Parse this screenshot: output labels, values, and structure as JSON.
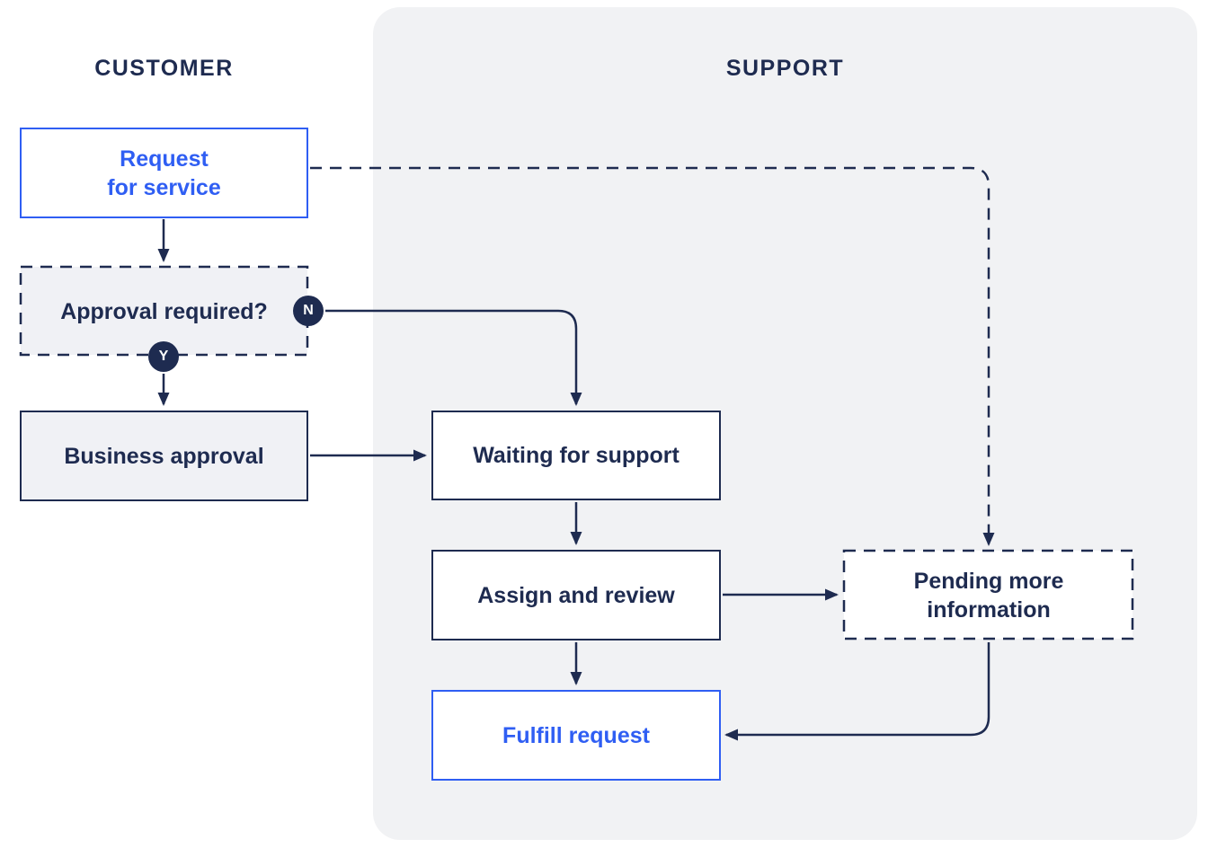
{
  "diagram": {
    "lanes": {
      "customer": {
        "label": "CUSTOMER"
      },
      "support": {
        "label": "SUPPORT"
      }
    },
    "nodes": {
      "request_for_service": {
        "label": "Request\nfor service",
        "style": "blue-outline"
      },
      "approval_required": {
        "label": "Approval required?",
        "style": "dashed-gray",
        "badges": {
          "no": "N",
          "yes": "Y"
        }
      },
      "business_approval": {
        "label": "Business approval",
        "style": "navy-gray"
      },
      "waiting_for_support": {
        "label": "Waiting for support",
        "style": "navy-white"
      },
      "assign_and_review": {
        "label": "Assign and review",
        "style": "navy-white"
      },
      "pending_more_information": {
        "label": "Pending more\ninformation",
        "style": "dashed-white"
      },
      "fulfill_request": {
        "label": "Fulfill request",
        "style": "blue-outline"
      }
    },
    "edges": [
      {
        "from": "request_for_service",
        "to": "approval_required",
        "style": "solid"
      },
      {
        "from": "request_for_service",
        "to": "pending_more_information",
        "style": "dashed"
      },
      {
        "from": "approval_required",
        "to": "waiting_for_support",
        "style": "solid",
        "label": "N"
      },
      {
        "from": "approval_required",
        "to": "business_approval",
        "style": "solid",
        "label": "Y"
      },
      {
        "from": "business_approval",
        "to": "waiting_for_support",
        "style": "solid"
      },
      {
        "from": "waiting_for_support",
        "to": "assign_and_review",
        "style": "solid"
      },
      {
        "from": "assign_and_review",
        "to": "pending_more_information",
        "style": "solid"
      },
      {
        "from": "assign_and_review",
        "to": "fulfill_request",
        "style": "solid"
      },
      {
        "from": "pending_more_information",
        "to": "fulfill_request",
        "style": "solid"
      }
    ],
    "colors": {
      "navy": "#1e2b50",
      "blue": "#2f5ef3",
      "support_panel": "#f1f2f4",
      "gray_node_fill": "#f0f1f5",
      "background": "#ffffff"
    }
  }
}
